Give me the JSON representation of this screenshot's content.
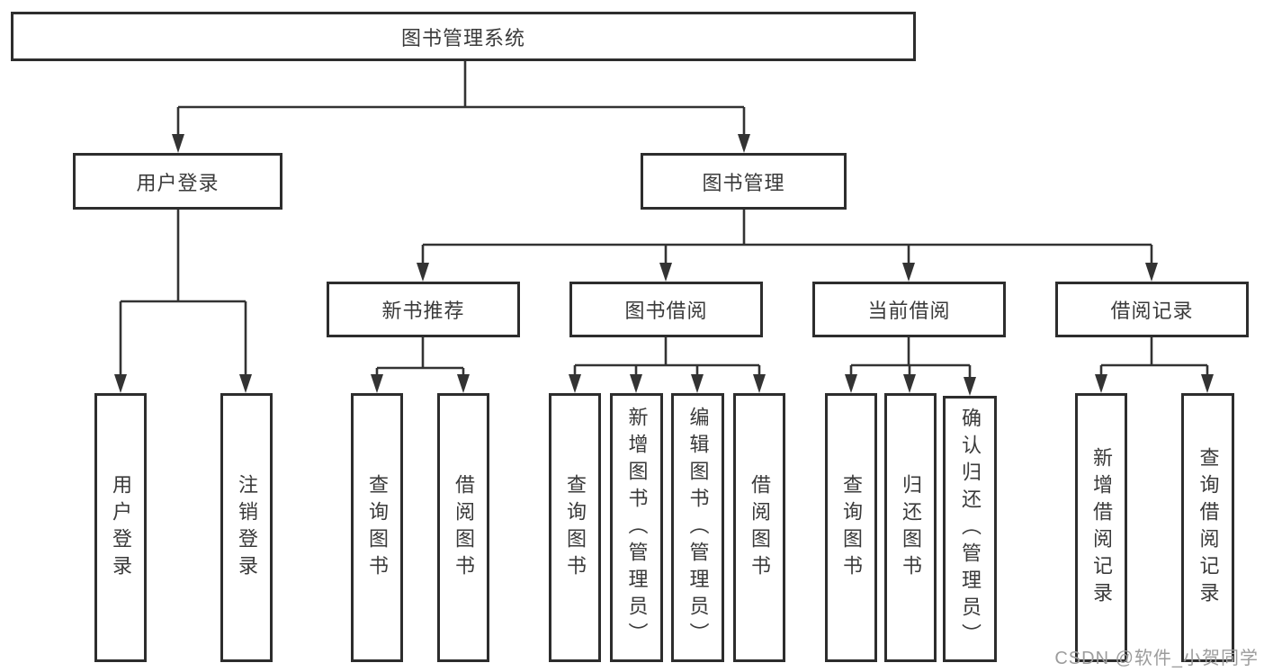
{
  "root": {
    "label": "图书管理系统"
  },
  "level2": {
    "user_login": {
      "label": "用户登录"
    },
    "book_management": {
      "label": "图书管理"
    }
  },
  "level3": {
    "new_book_recommend": {
      "label": "新书推荐"
    },
    "book_borrow": {
      "label": "图书借阅"
    },
    "current_borrow": {
      "label": "当前借阅"
    },
    "borrow_records": {
      "label": "借阅记录"
    }
  },
  "leaves": {
    "user_login": {
      "label": "用户登录"
    },
    "logout": {
      "label": "注销登录"
    },
    "nb_query_books": {
      "label": "查询图书"
    },
    "nb_borrow_books": {
      "label": "借阅图书"
    },
    "bb_query_books": {
      "label": "查询图书"
    },
    "bb_add_books": {
      "label": "新增图书（管理员）"
    },
    "bb_edit_books": {
      "label": "编辑图书（管理员）"
    },
    "bb_borrow_books": {
      "label": "借阅图书"
    },
    "cb_query_books": {
      "label": "查询图书"
    },
    "cb_return_books": {
      "label": "归还图书"
    },
    "cb_confirm_return": {
      "label": "确认归还（管理员）"
    },
    "rec_add_record": {
      "label": "新增借阅记录"
    },
    "rec_query_record": {
      "label": "查询借阅记录"
    }
  },
  "watermark": "CSDN @软件_小贺同学",
  "colors": {
    "line": "#333333",
    "box_border": "#2d2d2d",
    "text": "#3a3a3a",
    "watermark": "#9c9c9c",
    "background": "#ffffff"
  }
}
